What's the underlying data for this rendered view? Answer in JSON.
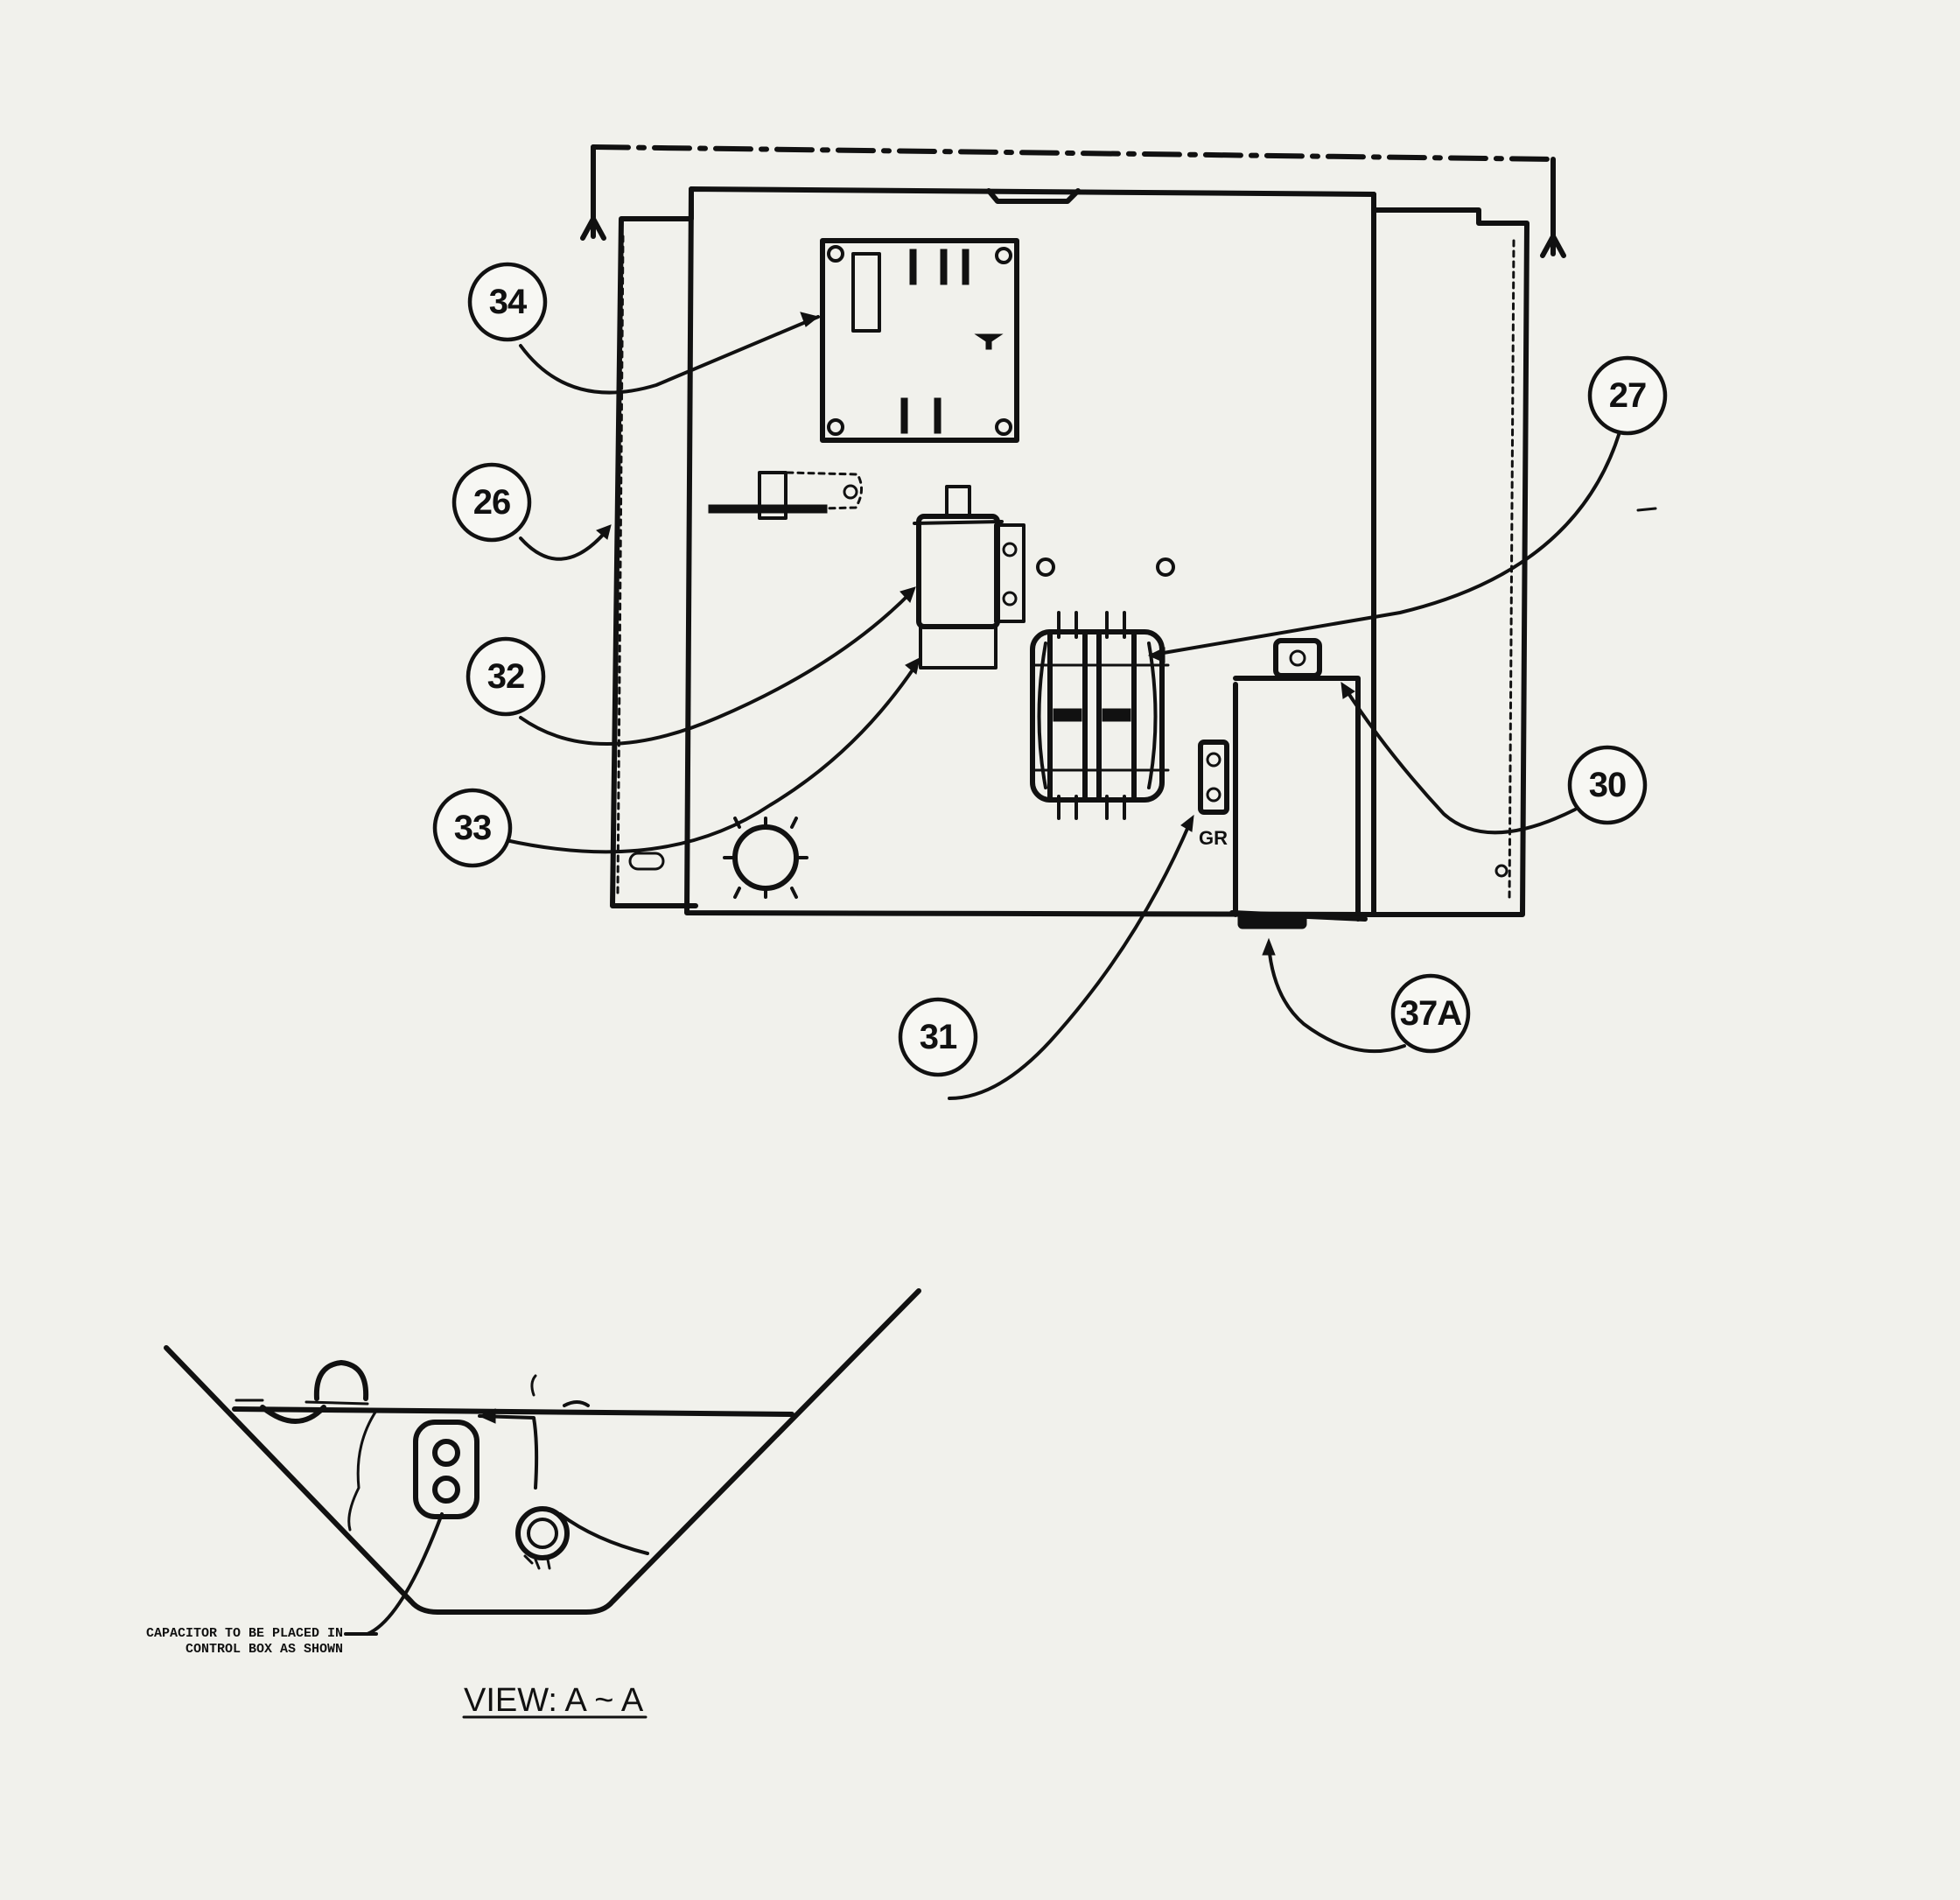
{
  "callouts": [
    {
      "id": "34",
      "label": "34"
    },
    {
      "id": "26",
      "label": "26"
    },
    {
      "id": "32",
      "label": "32"
    },
    {
      "id": "33",
      "label": "33"
    },
    {
      "id": "27",
      "label": "27"
    },
    {
      "id": "30",
      "label": "30"
    },
    {
      "id": "31",
      "label": "31"
    },
    {
      "id": "37a",
      "label": "37A"
    }
  ],
  "terminal_mark": "GR",
  "section_view": {
    "note_line1": "CAPACITOR TO BE PLACED IN",
    "note_line2": "CONTROL BOX AS SHOWN",
    "title": "VIEW: A ~ A"
  }
}
